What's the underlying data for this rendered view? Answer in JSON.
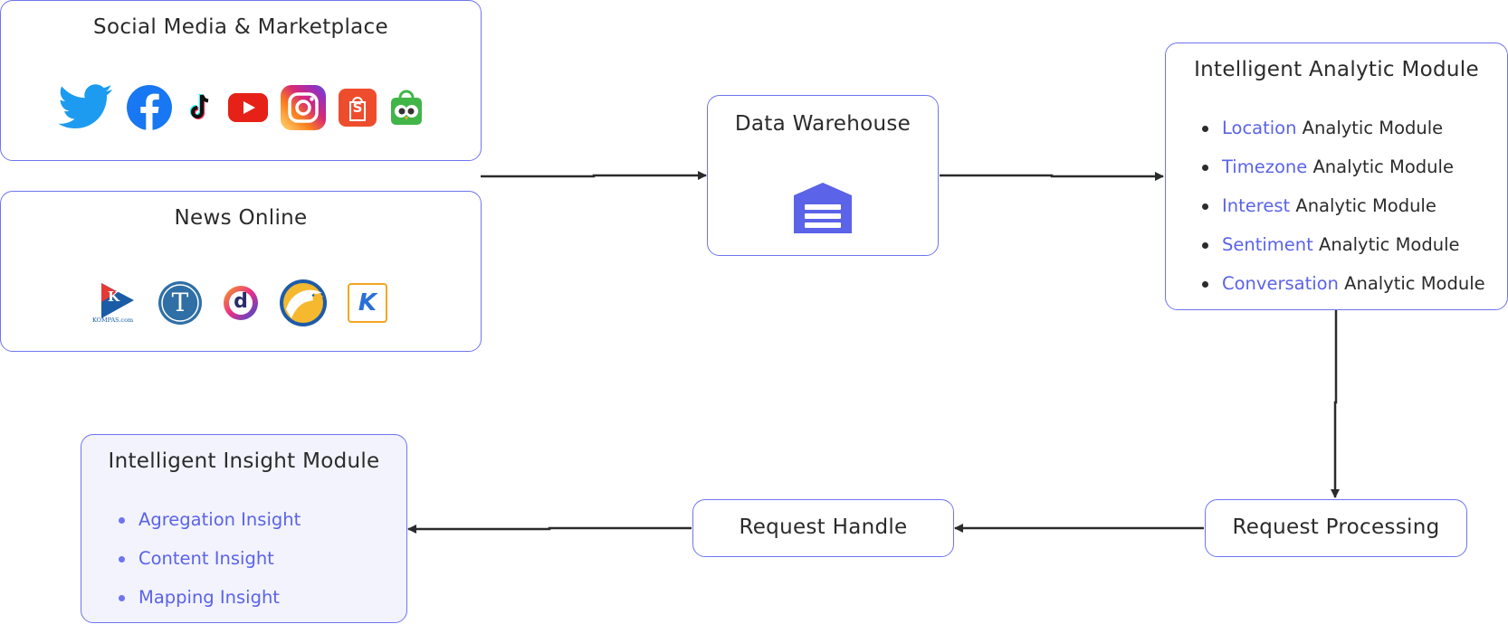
{
  "social": {
    "title": "Social Media & Marketplace",
    "icons": [
      "twitter-icon",
      "facebook-icon",
      "tiktok-icon",
      "youtube-icon",
      "instagram-icon",
      "shopee-icon",
      "tokopedia-icon"
    ],
    "icon_texts": {
      "shopee": "S"
    }
  },
  "news": {
    "title": "News Online",
    "icons": [
      "kompas-icon",
      "tribun-icon",
      "detik-icon",
      "rajawali-icon",
      "kumparan-icon"
    ],
    "icon_texts": {
      "kompas_letter": "K",
      "kompas_word": "KOMPAS.com",
      "tribun": "T",
      "detik": "d",
      "kumparan": "K"
    }
  },
  "warehouse": {
    "title": "Data Warehouse",
    "icon": "warehouse-icon"
  },
  "analytic": {
    "title": "Intelligent Analytic Module",
    "items": [
      {
        "highlight": "Location",
        "rest": " Analytic Module"
      },
      {
        "highlight": "Timezone",
        "rest": " Analytic Module"
      },
      {
        "highlight": "Interest",
        "rest": " Analytic Module"
      },
      {
        "highlight": "Sentiment",
        "rest": " Analytic Module"
      },
      {
        "highlight": "Conversation",
        "rest": " Analytic Module"
      }
    ]
  },
  "request_processing": {
    "title": "Request Processing"
  },
  "request_handle": {
    "title": "Request Handle"
  },
  "insight": {
    "title": "Intelligent Insight Module",
    "items": [
      "Agregation Insight",
      "Content Insight",
      "Mapping Insight"
    ]
  },
  "colors": {
    "accent": "#6f74f0",
    "text": "#2b2b2b",
    "insight_fill": "#f2f3fd",
    "icon_blue": "#5b63e8"
  }
}
